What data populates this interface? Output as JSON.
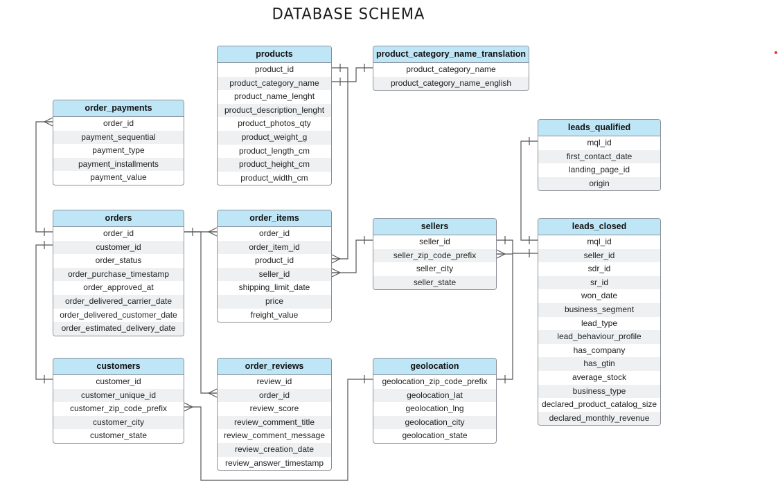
{
  "title": "DATABASE SCHEMA",
  "colors": {
    "header_fill": "#bfe6f6",
    "row_alt_fill": "#eef0f2",
    "border": "#8a8f96",
    "connector": "#555555",
    "dot": "#e53935"
  },
  "tables": [
    {
      "id": "products",
      "name": "products",
      "fields": [
        "product_id",
        "product_category_name",
        "product_name_lenght",
        "product_description_lenght",
        "product_photos_qty",
        "product_weight_g",
        "product_length_cm",
        "product_height_cm",
        "product_width_cm"
      ]
    },
    {
      "id": "pcnt",
      "name": "product_category_name_translation",
      "fields": [
        "product_category_name",
        "product_category_name_english"
      ]
    },
    {
      "id": "order_payments",
      "name": "order_payments",
      "fields": [
        "order_id",
        "payment_sequential",
        "payment_type",
        "payment_installments",
        "payment_value"
      ]
    },
    {
      "id": "leads_qualified",
      "name": "leads_qualified",
      "fields": [
        "mql_id",
        "first_contact_date",
        "landing_page_id",
        "origin"
      ]
    },
    {
      "id": "orders",
      "name": "orders",
      "fields": [
        "order_id",
        "customer_id",
        "order_status",
        "order_purchase_timestamp",
        "order_approved_at",
        "order_delivered_carrier_date",
        "order_delivered_customer_date",
        "order_estimated_delivery_date"
      ]
    },
    {
      "id": "order_items",
      "name": "order_items",
      "fields": [
        "order_id",
        "order_item_id",
        "product_id",
        "seller_id",
        "shipping_limit_date",
        "price",
        "freight_value"
      ]
    },
    {
      "id": "sellers",
      "name": "sellers",
      "fields": [
        "seller_id",
        "seller_zip_code_prefix",
        "seller_city",
        "seller_state"
      ]
    },
    {
      "id": "leads_closed",
      "name": "leads_closed",
      "fields": [
        "mql_id",
        "seller_id",
        "sdr_id",
        "sr_id",
        "won_date",
        "business_segment",
        "lead_type",
        "lead_behaviour_profile",
        "has_company",
        "has_gtin",
        "average_stock",
        "business_type",
        "declared_product_catalog_size",
        "declared_monthly_revenue"
      ]
    },
    {
      "id": "customers",
      "name": "customers",
      "fields": [
        "customer_id",
        "customer_unique_id",
        "customer_zip_code_prefix",
        "customer_city",
        "customer_state"
      ]
    },
    {
      "id": "order_reviews",
      "name": "order_reviews",
      "fields": [
        "review_id",
        "order_id",
        "review_score",
        "review_comment_title",
        "review_comment_message",
        "review_creation_date",
        "review_answer_timestamp"
      ]
    },
    {
      "id": "geolocation",
      "name": "geolocation",
      "fields": [
        "geolocation_zip_code_prefix",
        "geolocation_lat",
        "geolocation_lng",
        "geolocation_city",
        "geolocation_state"
      ]
    }
  ],
  "relationships": [
    {
      "from": "products.product_id",
      "to": "order_items.product_id",
      "from_card": "one",
      "to_card": "many"
    },
    {
      "from": "products.product_category_name",
      "to": "product_category_name_translation.product_category_name",
      "from_card": "one",
      "to_card": "one"
    },
    {
      "from": "orders.order_id",
      "to": "order_payments.order_id",
      "from_card": "one",
      "to_card": "many"
    },
    {
      "from": "orders.order_id",
      "to": "order_items.order_id",
      "from_card": "one",
      "to_card": "many"
    },
    {
      "from": "orders.order_id",
      "to": "order_reviews.order_id",
      "from_card": "one",
      "to_card": "many"
    },
    {
      "from": "customers.customer_id",
      "to": "orders.customer_id",
      "from_card": "one",
      "to_card": "one"
    },
    {
      "from": "sellers.seller_id",
      "to": "order_items.seller_id",
      "from_card": "one",
      "to_card": "many"
    },
    {
      "from": "sellers.seller_id",
      "to": "leads_closed.seller_id",
      "from_card": "one",
      "to_card": "one"
    },
    {
      "from": "leads_qualified.mql_id",
      "to": "leads_closed.mql_id",
      "from_card": "one",
      "to_card": "one"
    },
    {
      "from": "geolocation.geolocation_zip_code_prefix",
      "to": "sellers.seller_zip_code_prefix",
      "from_card": "one",
      "to_card": "many"
    },
    {
      "from": "geolocation.geolocation_zip_code_prefix",
      "to": "customers.customer_zip_code_prefix",
      "from_card": "one",
      "to_card": "many"
    }
  ]
}
